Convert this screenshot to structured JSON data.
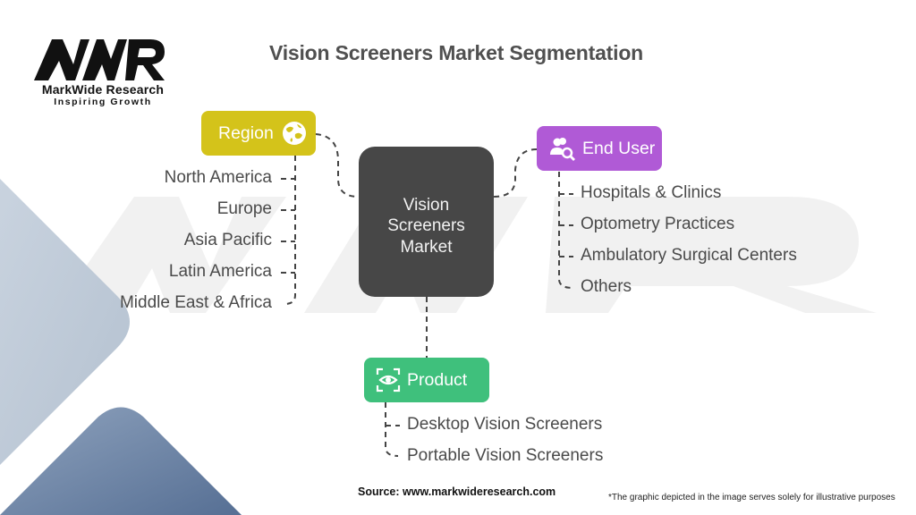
{
  "logo": {
    "mark": "MWR",
    "name": "MarkWide Research",
    "tagline": "Inspiring Growth"
  },
  "title": "Vision Screeners Market Segmentation",
  "center": {
    "lines": [
      "Vision",
      "Screeners",
      "Market"
    ]
  },
  "segments": {
    "region": {
      "label": "Region",
      "icon": "globe-icon",
      "color": "#d4c31a",
      "items": [
        "North America",
        "Europe",
        "Asia Pacific",
        "Latin America",
        "Middle East & Africa"
      ]
    },
    "end_user": {
      "label": "End User",
      "icon": "users-search-icon",
      "color": "#b05ad6",
      "items": [
        "Hospitals & Clinics",
        "Optometry Practices",
        "Ambulatory Surgical Centers",
        "Others"
      ]
    },
    "product": {
      "label": "Product",
      "icon": "eye-scan-icon",
      "color": "#3fc07c",
      "items": [
        "Desktop Vision Screeners",
        "Portable Vision Screeners"
      ]
    }
  },
  "colors": {
    "center_box": "#474747",
    "text": "#4a4a4a",
    "title": "#505050"
  },
  "footer": {
    "source": "Source: www.markwideresearch.com",
    "disclaimer": "*The graphic depicted in the image serves  solely for illustrative purposes"
  }
}
